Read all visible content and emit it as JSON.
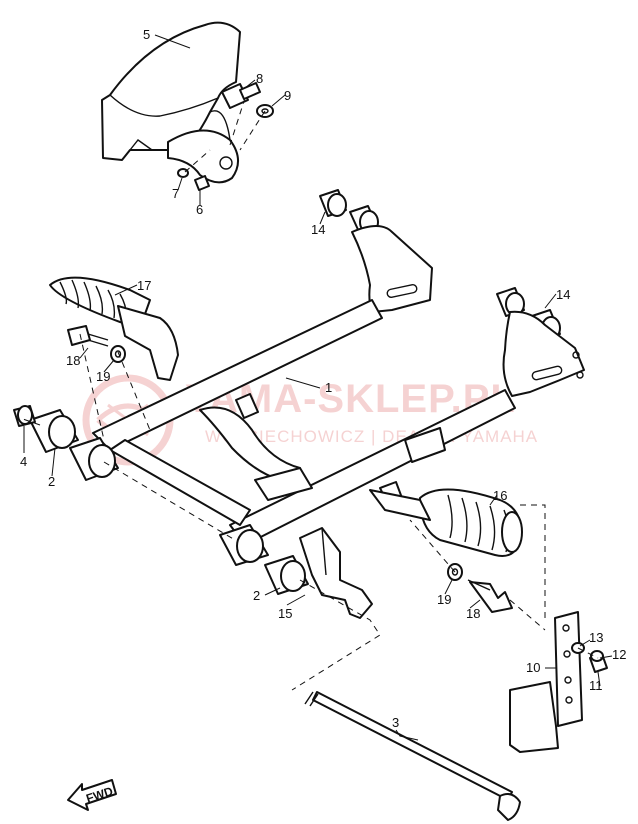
{
  "callouts": {
    "c1": "1",
    "c2a": "2",
    "c2b": "2",
    "c3": "3",
    "c4": "4",
    "c5": "5",
    "c6": "6",
    "c7": "7",
    "c8": "8",
    "c9": "9",
    "c10": "10",
    "c11": "11",
    "c12": "12",
    "c13": "13",
    "c14a": "14",
    "c14b": "14",
    "c15": "15",
    "c16": "16",
    "c17": "17",
    "c18a": "18",
    "c18b": "18",
    "c19a": "19",
    "c19b": "19"
  },
  "fwd_label": "FWD",
  "watermark": {
    "title": "YAMA-SKLEP.PL",
    "subtitle": "WOJCIECHOWICZ | DEALER YAMAHA"
  },
  "colors": {
    "line": "#111111",
    "background": "#ffffff",
    "watermark": "#e57f7f"
  }
}
